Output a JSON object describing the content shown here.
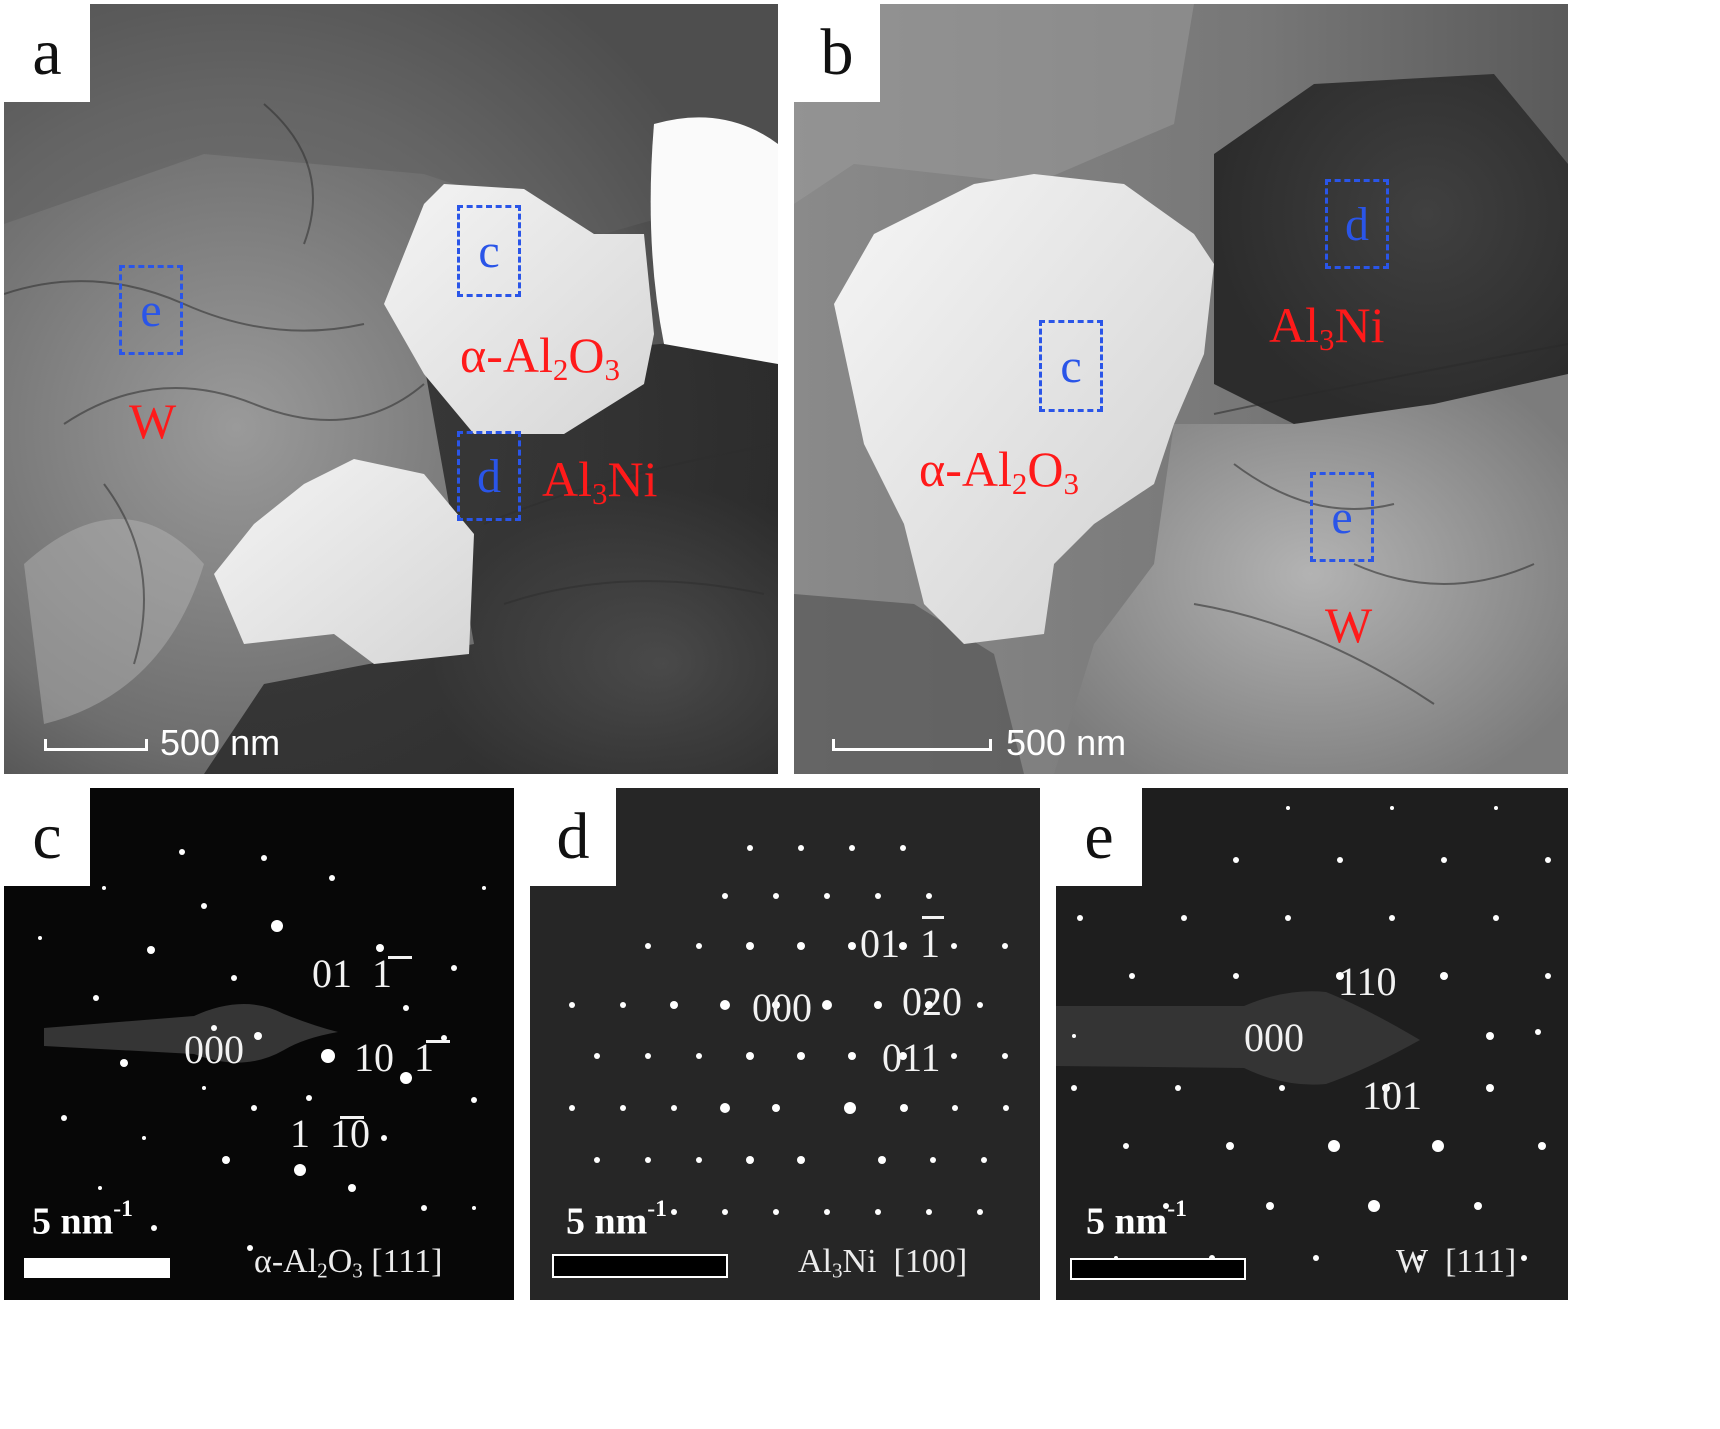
{
  "panels": {
    "a": {
      "letter": "a",
      "labels": {
        "alumina_prefix": "α-Al",
        "alumina_sub1": "2",
        "alumina_o": "O",
        "alumina_sub2": "3",
        "al3ni_prefix": "Al",
        "al3ni_sub": "3",
        "al3ni_suffix": "Ni",
        "w": "W"
      },
      "boxes": {
        "c": "c",
        "d": "d",
        "e": "e"
      },
      "scale_bar": "500 nm"
    },
    "b": {
      "letter": "b",
      "labels": {
        "alumina_prefix": "α-Al",
        "alumina_sub1": "2",
        "alumina_o": "O",
        "alumina_sub2": "3",
        "al3ni_prefix": "Al",
        "al3ni_sub": "3",
        "al3ni_suffix": "Ni",
        "w": "W"
      },
      "boxes": {
        "c": "c",
        "d": "d",
        "e": "e"
      },
      "scale_bar": "500 nm"
    },
    "c": {
      "letter": "c",
      "indices": {
        "i000": "000",
        "i011a": "01",
        "i011b": "1",
        "i101a": "10",
        "i101b": "1",
        "i110a": "1",
        "i110b": "1",
        "i110c": "0"
      },
      "scale_value": "5 nm",
      "scale_exp": "-1",
      "zone_prefix": "α-Al",
      "zone_sub1": "2",
      "zone_o": "O",
      "zone_sub2": "3",
      "zone_axis": "[111]"
    },
    "d": {
      "letter": "d",
      "indices": {
        "i000": "000",
        "i011a": "01",
        "i011b": "1",
        "i020": "020",
        "i011": "011"
      },
      "scale_value": "5 nm",
      "scale_exp": "-1",
      "zone_prefix": "Al",
      "zone_sub": "3",
      "zone_suffix": "Ni",
      "zone_axis": "[100]"
    },
    "e": {
      "letter": "e",
      "indices": {
        "i000": "000",
        "i110": "110",
        "i101": "101"
      },
      "scale_value": "5 nm",
      "scale_exp": "-1",
      "zone_phase": "W",
      "zone_axis": "[111]"
    }
  },
  "colors": {
    "phase_label": "#ff1a1a",
    "box_outline": "#2a55e8"
  }
}
